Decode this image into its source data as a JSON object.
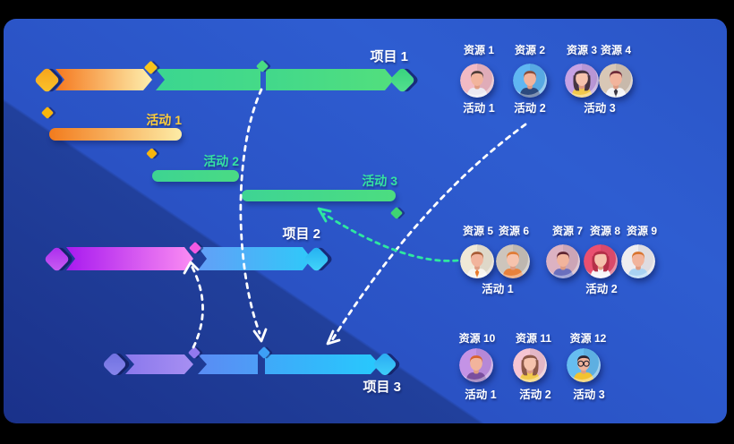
{
  "palette": {
    "frame": "#000000",
    "background_dark": "#1a318a",
    "background_light": "#2e5dd1",
    "arrow_white": "#ffffff",
    "arrow_green": "#2ee8a0",
    "label_white": "#ffffff",
    "label_yellow": "#ffce3a",
    "label_mint": "#35e3a2"
  },
  "projects": [
    {
      "label": "项目 1",
      "segments": [
        {
          "name": "phase-1",
          "colors": [
            "#f5791f",
            "#fdefae"
          ]
        },
        {
          "name": "phase-2",
          "colors": [
            "#3bd690",
            "#45da88"
          ]
        },
        {
          "name": "phase-3",
          "colors": [
            "#42d88b",
            "#52df7d"
          ]
        }
      ],
      "milestones": [
        {
          "name": "start",
          "colors": [
            "#f7a21b",
            "#fbc42c"
          ]
        },
        {
          "name": "boundary-1",
          "colors": [
            "#f8c51c",
            "#f8c51c"
          ]
        },
        {
          "name": "boundary-2",
          "colors": [
            "#49dd82",
            "#49dd82"
          ]
        },
        {
          "name": "end",
          "colors": [
            "#37d17d",
            "#55e18f"
          ]
        }
      ]
    },
    {
      "label": "项目 2",
      "segments": [
        {
          "name": "phase-1",
          "colors": [
            "#a81aef",
            "#fb8cf2"
          ]
        },
        {
          "name": "phase-2",
          "colors": [
            "#639ff7",
            "#2fc9f9"
          ]
        }
      ],
      "milestones": [
        {
          "name": "start",
          "colors": [
            "#aa2bee",
            "#c95ff2"
          ]
        },
        {
          "name": "boundary-1",
          "colors": [
            "#f25ae2",
            "#f25ae2"
          ]
        },
        {
          "name": "end",
          "colors": [
            "#23aef0",
            "#44d7fa"
          ]
        }
      ]
    },
    {
      "label": "项目 3",
      "segments": [
        {
          "name": "phase-1",
          "colors": [
            "#8a78ec",
            "#a78ff2"
          ]
        },
        {
          "name": "phase-2",
          "colors": [
            "#5a8cf4",
            "#4d9df7"
          ]
        },
        {
          "name": "phase-3",
          "colors": [
            "#3fa9f9",
            "#27c9fd"
          ]
        }
      ],
      "milestones": [
        {
          "name": "start",
          "colors": [
            "#6f70e0",
            "#8886ec"
          ]
        },
        {
          "name": "boundary-1",
          "colors": [
            "#9279ee",
            "#9279ee"
          ]
        },
        {
          "name": "boundary-2",
          "colors": [
            "#3da0f7",
            "#3da0f7"
          ]
        },
        {
          "name": "end",
          "colors": [
            "#2aa9f2",
            "#3fd0fa"
          ]
        }
      ]
    }
  ],
  "activities": [
    {
      "label": "活动 1",
      "label_color": "#ffce3a",
      "bar_colors": [
        "#f27b1d",
        "#fdeca6"
      ],
      "milestone_color": "#f8b60d"
    },
    {
      "label": "活动 2",
      "label_color": "#35e3a2",
      "bar_colors": [
        "#3dd492",
        "#4adb84"
      ],
      "milestone_color": "#f8b60d"
    },
    {
      "label": "活动 3",
      "label_color": "#35e3a2",
      "bar_colors": [
        "#3ed494",
        "#4cdd80"
      ],
      "milestone_color": "#3fd473"
    }
  ],
  "resource_groups": [
    {
      "people": [
        {
          "name": "资源 1",
          "avatar": {
            "bg": "#f2bac4",
            "hair": "#4e3d38",
            "skin": "#f2b49c",
            "shirt": "#ece9f1",
            "style": "male"
          }
        },
        {
          "name": "资源 2",
          "avatar": {
            "bg": "#5fb6f2",
            "hair": "#8a4e3c",
            "skin": "#f2b49c",
            "shirt": "#2c4a7e",
            "style": "male"
          }
        },
        {
          "name": "资源 3",
          "avatar": {
            "bg": "#c6a2e4",
            "hair": "#463441",
            "skin": "#f6c3ad",
            "shirt": "#f2c94c",
            "style": "female"
          }
        },
        {
          "name": "资源 4",
          "avatar": {
            "bg": "#d8c7b6",
            "hair": "#6d2a38",
            "skin": "#f2b49c",
            "shirt": "#f4f3f5",
            "style": "male",
            "tie": "#3a3642"
          }
        }
      ],
      "activity_labels": [
        "活动 1",
        "活动 2",
        "活动 3"
      ]
    },
    {
      "people": [
        {
          "name": "资源 5",
          "avatar": {
            "bg": "#f0e9d7",
            "hair": "#a85c36",
            "skin": "#f2b49c",
            "shirt": "#f7f4ee",
            "style": "male",
            "tie": "#e87a2c"
          }
        },
        {
          "name": "资源 6",
          "avatar": {
            "bg": "#cdc5bc",
            "hair": "#e07b35",
            "skin": "#f6c3ad",
            "shirt": "#e8823c",
            "style": "male"
          }
        },
        {
          "name": "资源 7",
          "avatar": {
            "bg": "#dcb2c2",
            "hair": "#5e2430",
            "skin": "#f2b49c",
            "shirt": "#6a6fbe",
            "style": "male"
          }
        },
        {
          "name": "资源 8",
          "avatar": {
            "bg": "#ea5070",
            "hair": "#b43048",
            "skin": "#f6c3ad",
            "shirt": "#f8f6f8",
            "style": "female"
          }
        },
        {
          "name": "资源 9",
          "avatar": {
            "bg": "#efedf0",
            "hair": "#d8742f",
            "skin": "#f2b49c",
            "shirt": "#a9d2f2",
            "style": "male"
          }
        }
      ],
      "activity_labels": [
        "活动 1",
        "活动 2"
      ]
    },
    {
      "people": [
        {
          "name": "资源 10",
          "avatar": {
            "bg": "#c493e6",
            "hair": "#d8622f",
            "skin": "#f2b49c",
            "shirt": "#7a4e9e",
            "style": "male"
          }
        },
        {
          "name": "资源 11",
          "avatar": {
            "bg": "#f6c5d3",
            "hair": "#8c5848",
            "skin": "#f6c3ad",
            "shirt": "#f2c94c",
            "style": "female"
          }
        },
        {
          "name": "资源 12",
          "avatar": {
            "bg": "#66bdf0",
            "hair": "#2c2330",
            "skin": "#f2b49c",
            "shirt": "#f2c230",
            "style": "male",
            "glasses": true
          }
        }
      ],
      "activity_labels": [
        "活动 1",
        "活动 2",
        "活动 3"
      ]
    }
  ]
}
